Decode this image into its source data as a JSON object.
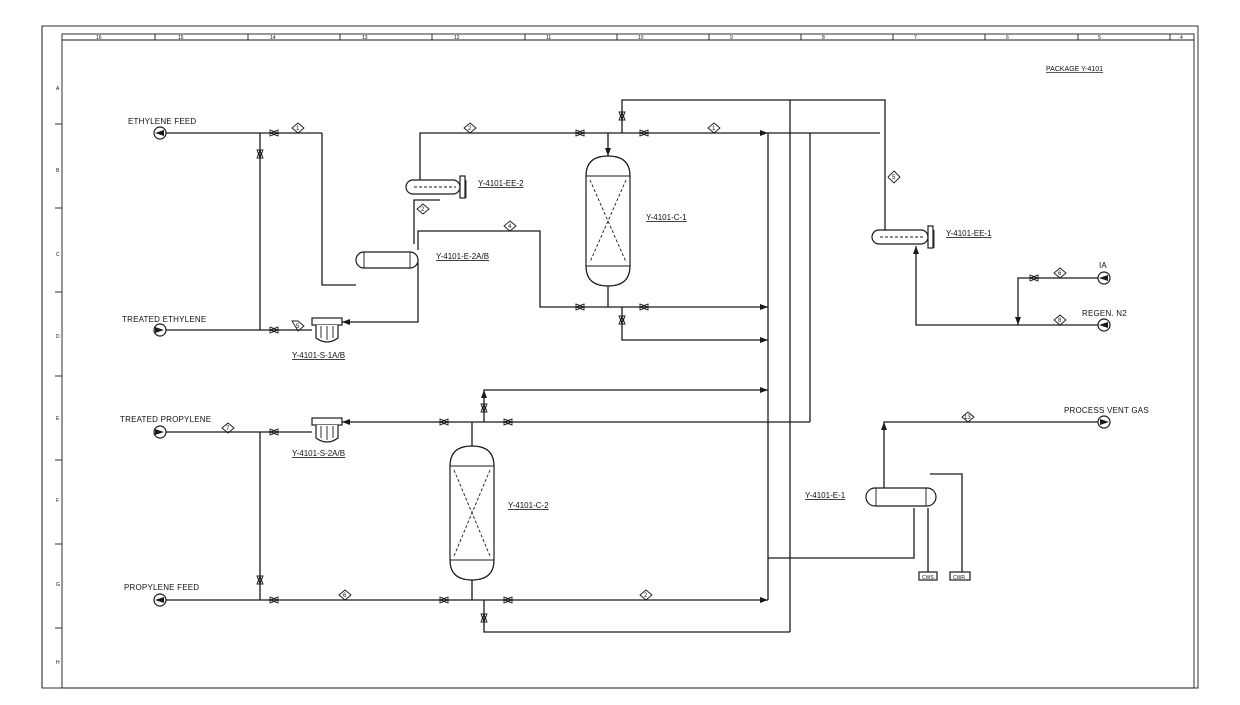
{
  "title": "PACKAGE Y-4101",
  "border": {
    "columns": [
      "16",
      "15",
      "14",
      "13",
      "12",
      "11",
      "10",
      "9",
      "8",
      "7",
      "6",
      "5",
      "4"
    ],
    "rows": [
      "A",
      "B",
      "C",
      "D",
      "E",
      "F",
      "G",
      "H"
    ]
  },
  "streams": {
    "ethylene_feed": "ETHYLENE FEED",
    "treated_ethylene": "TREATED ETHYLENE",
    "treated_propylene": "TREATED PROPYLENE",
    "propylene_feed": "PROPYLENE FEED",
    "ia": "IA",
    "regen_n2": "REGEN. N2",
    "process_vent_gas": "PROCESS VENT GAS"
  },
  "equipment": {
    "ee2": "Y-4101-EE-2",
    "e2ab": "Y-4101-E-2A/B",
    "s1ab": "Y-4101-S-1A/B",
    "c1": "Y-4101-C-1",
    "ee1": "Y-4101-EE-1",
    "s2ab": "Y-4101-S-2A/B",
    "c2": "Y-4101-C-2",
    "e1": "Y-4101-E-1"
  },
  "utilities": {
    "cws": "CWS",
    "cwr": "CWR"
  },
  "line_numbers": [
    "1",
    "2",
    "1",
    "2",
    "4",
    "5",
    "7",
    "6",
    "2",
    "5",
    "6",
    "8",
    "13"
  ]
}
